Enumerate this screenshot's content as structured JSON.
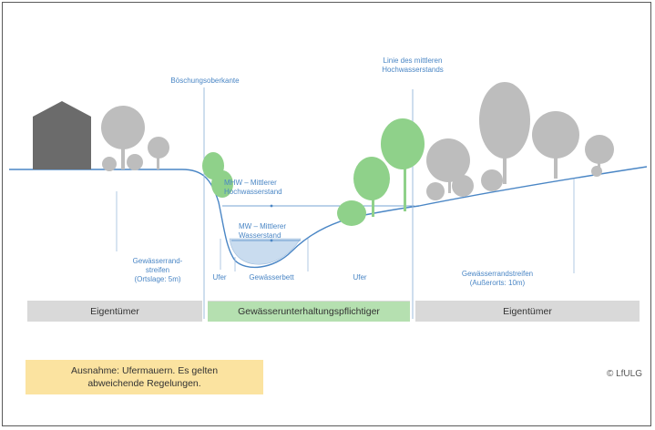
{
  "labels": {
    "boeschungsoberkante": "Böschungsoberkante",
    "hochwasserlinie": "Linie des mittleren\nHochwasserstands",
    "mhw": "MHW – Mittlerer\nHochwasserstand",
    "mw": "MW – Mittlerer\nWasserstand",
    "randstreifen_links": "Gewässerrand-\nstreifen\n(Ortslage: 5m)",
    "ufer_links": "Ufer",
    "gewaesserbett": "Gewässerbett",
    "ufer_rechts": "Ufer",
    "randstreifen_rechts": "Gewässerrandstreifen\n(Außerorts: 10m)"
  },
  "bands": {
    "left": "Eigentümer",
    "center": "Gewässerunterhaltungspflichtiger",
    "right": "Eigentümer"
  },
  "note": "Ausnahme: Ufermauern. Es gelten\nabweichende Regelungen.",
  "copyright": "© LfULG",
  "colors": {
    "label_blue": "#4a86c5",
    "band_gray": "#d9d9d9",
    "band_green": "#b5e0b0",
    "note_yellow": "#fbe3a0",
    "tree_gray": "#bdbdbd",
    "tree_green": "#8fd18a",
    "house": "#6b6b6b",
    "water": "#c9dcef"
  }
}
